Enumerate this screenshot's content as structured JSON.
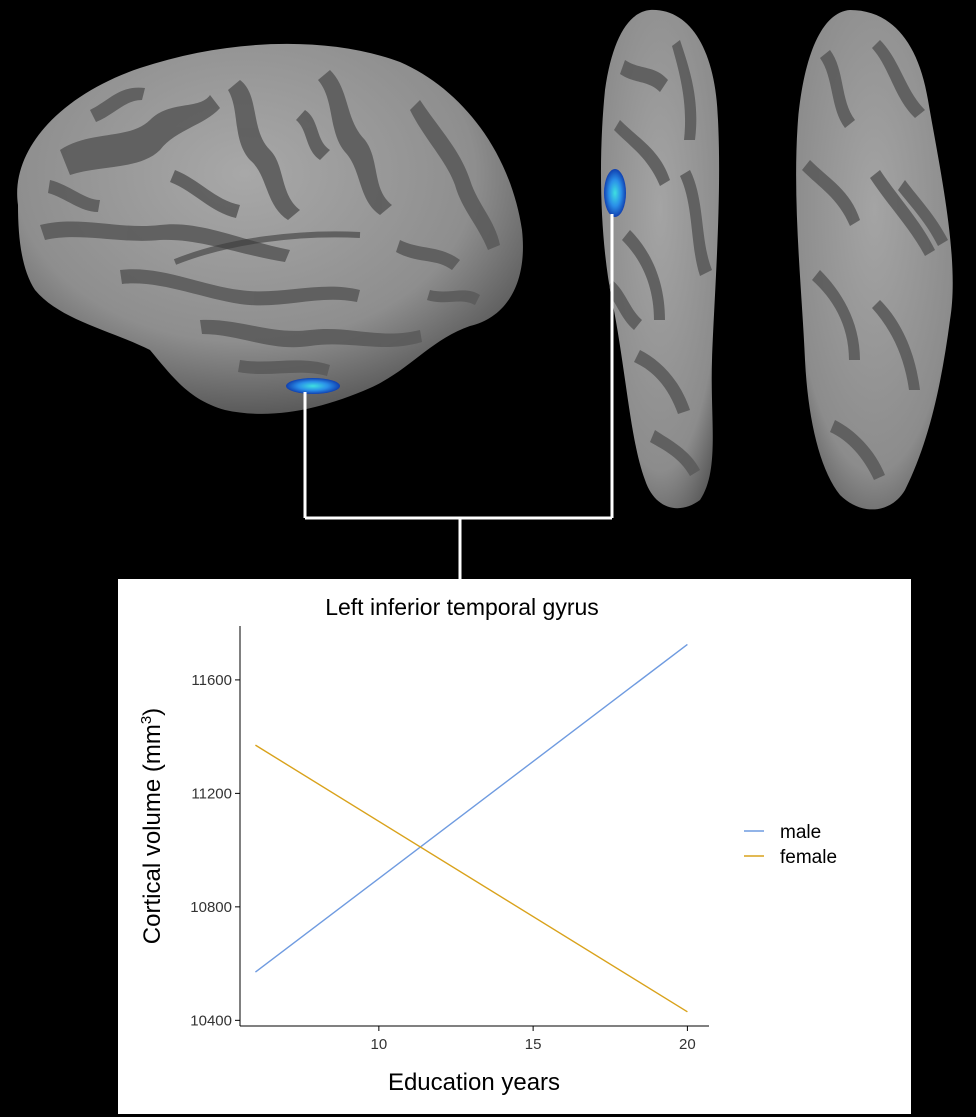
{
  "colors": {
    "background": "#000000",
    "cortex_light": "#9b9b9b",
    "cortex_dark": "#5c5c5c",
    "activation_blue": "#1f6fe0",
    "activation_cyan": "#3fe0e0",
    "male": "#6f9be0",
    "female": "#d9a21b",
    "connector": "#ffffff"
  },
  "brain_views": [
    "lateral-left-hemisphere",
    "ventral-view"
  ],
  "chart_data": {
    "type": "line",
    "title": "Left inferior temporal gyrus",
    "xlabel": "Education years",
    "ylabel": "Cortical volume (mm",
    "ylabel_sup": "3",
    "ylabel_close": ")",
    "xlim": [
      5.5,
      20.7
    ],
    "ylim": [
      10380,
      11790
    ],
    "xticks": [
      10,
      15,
      20
    ],
    "xtick_labels": [
      "10",
      "15",
      "20"
    ],
    "yticks": [
      10400,
      10800,
      11200,
      11600
    ],
    "ytick_labels": [
      "10400",
      "10800",
      "11200",
      "11600"
    ],
    "grid": false,
    "legend_position": "right",
    "series": [
      {
        "name": "male",
        "color": "#6f9be0",
        "x": [
          6,
          20
        ],
        "y": [
          10570,
          11725
        ]
      },
      {
        "name": "female",
        "color": "#d9a21b",
        "x": [
          6,
          20
        ],
        "y": [
          11370,
          10430
        ]
      }
    ]
  }
}
